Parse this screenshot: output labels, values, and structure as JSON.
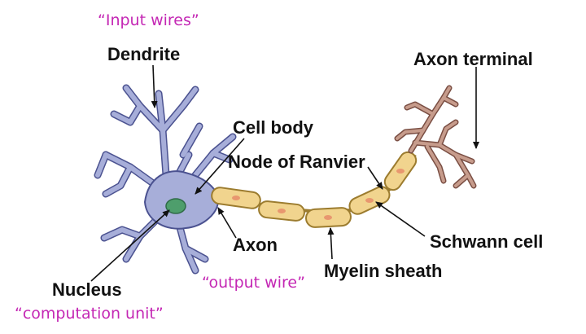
{
  "colors": {
    "annotation": "#c427b4",
    "label": "#111111",
    "dendrite_fill": "#a7aed9",
    "dendrite_stroke": "#4b5290",
    "nucleus_fill": "#4e9e6c",
    "myelin_fill": "#f1d48e",
    "myelin_stroke": "#9c7c2f",
    "myelin_dot": "#e8976f",
    "terminal_fill": "#c79c8c",
    "terminal_stroke": "#7a4e43"
  },
  "labels": {
    "dendrite": "Dendrite",
    "cell_body": "Cell body",
    "node_of_ranvier": "Node of Ranvier",
    "axon_terminal": "Axon terminal",
    "axon": "Axon",
    "schwann_cell": "Schwann cell",
    "nucleus": "Nucleus",
    "myelin_sheath": "Myelin sheath"
  },
  "annotations": {
    "input_wires": "“Input wires”",
    "output_wire": "“output wire”",
    "computation_unit": "“computation unit”"
  },
  "icons": [
    "neuron-illustration",
    "arrow-pointer"
  ]
}
